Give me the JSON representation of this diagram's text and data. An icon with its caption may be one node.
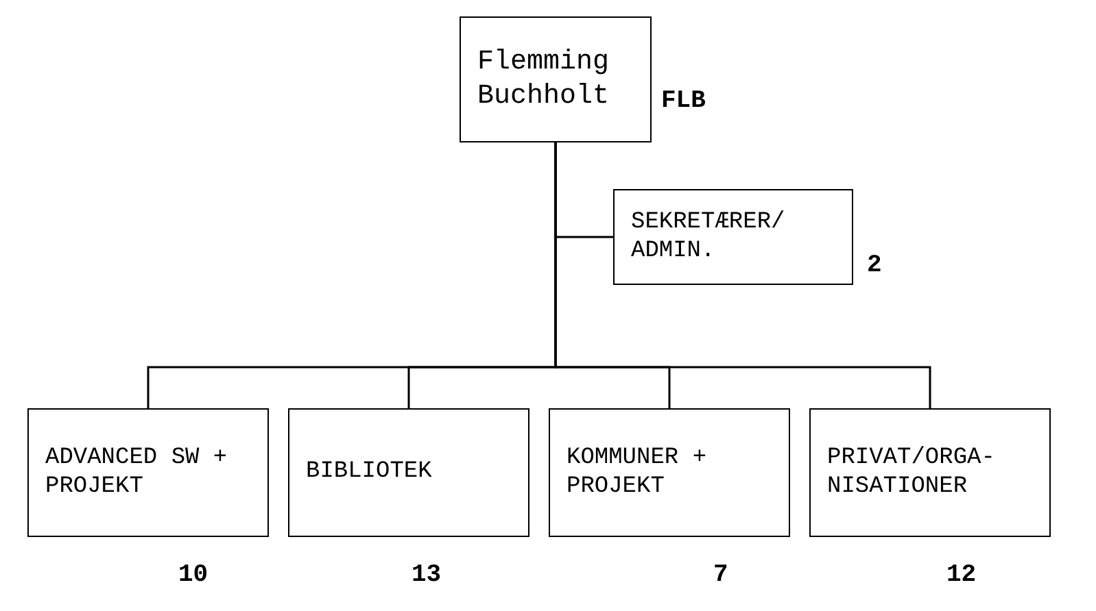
{
  "diagram": {
    "nodes": [
      {
        "text": [
          "Flemming Buchholt"
        ],
        "beside": [
          "FLB"
        ]
      },
      {
        "text": [
          "SEKRETÆRER/ ADMIN."
        ],
        "beside": [
          "2"
        ]
      },
      {
        "text": [
          "ADVANCED SW + PROJEKT"
        ],
        "beside": [
          "10"
        ]
      },
      {
        "text": [
          "BIBLIOTEK"
        ],
        "beside": [
          "13"
        ]
      },
      {
        "text": [
          "KOMMUNER + PROJEKT"
        ],
        "beside": [
          "7"
        ]
      },
      {
        "text": [
          "PRIVAT/ORGA- NISATIONER"
        ],
        "beside": [
          "12"
        ]
      }
    ],
    "edges": [
      {
        "from": 0,
        "to": 1,
        "arrow": "none"
      },
      {
        "from": 0,
        "to": 2,
        "arrow": "none"
      },
      {
        "from": 0,
        "to": 3,
        "arrow": "none"
      },
      {
        "from": 0,
        "to": 4,
        "arrow": "none"
      },
      {
        "from": 0,
        "to": 5,
        "arrow": "none"
      }
    ]
  }
}
